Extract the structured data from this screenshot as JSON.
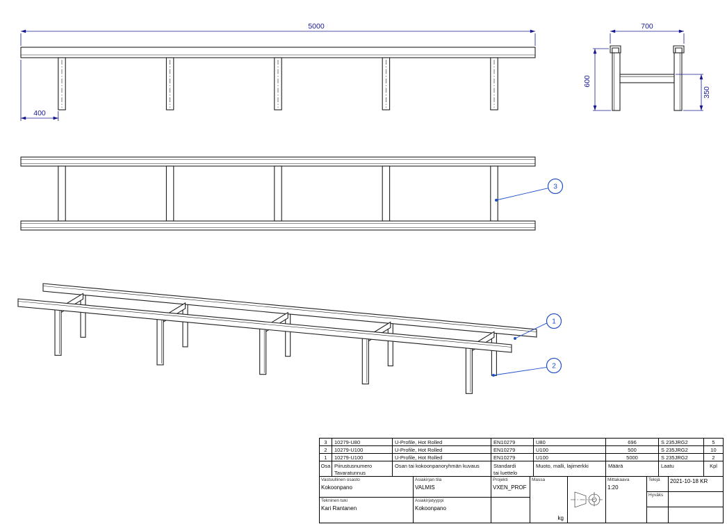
{
  "colors": {
    "geometry": "#1e1e1e",
    "dimension": "#16168f",
    "balloon": "#2050c8",
    "table_line": "#000000",
    "paper": "#ffffff"
  },
  "views": {
    "front": {
      "dim_length": "5000",
      "dim_offset": "400"
    },
    "section": {
      "dim_width": "700",
      "dim_height": "600",
      "dim_mid": "350"
    },
    "plan": {
      "balloon_crossmember": "3"
    },
    "iso": {
      "balloon_rail": "1",
      "balloon_leg": "2"
    }
  },
  "bom": {
    "headers": {
      "pos": "Osa",
      "number": "Piirustusnumero\nTavaratunnus",
      "description": "Osan tai kokoonpanoryhmän kuvaus",
      "standard": "Standardi\ntai luettelo",
      "shape": "Muoto, malli, lajimerkki",
      "quantity": "Määrä",
      "grade": "Laatu",
      "pieces": "Kpl"
    },
    "rows": [
      {
        "pos": "3",
        "number": "10279-U80",
        "description": "U-Profile, Hot Rolled",
        "standard": "EN10279",
        "shape": "U80",
        "quantity": "696",
        "grade": "S 235JRG2",
        "pieces": "5"
      },
      {
        "pos": "2",
        "number": "10279-U100",
        "description": "U-Profile, Hot Rolled",
        "standard": "EN10279",
        "shape": "U100",
        "quantity": "500",
        "grade": "S 235JRG2",
        "pieces": "10"
      },
      {
        "pos": "1",
        "number": "10279-U100",
        "description": "U-Profile, Hot Rolled",
        "standard": "EN10279",
        "shape": "U100",
        "quantity": "5000",
        "grade": "S 235JRG2",
        "pieces": "2"
      }
    ]
  },
  "title_block": {
    "responsible_dept": {
      "label": "Vastuullinen osasto",
      "value": "Kokoonpano"
    },
    "tech_support": {
      "label": "Tekninen tuki",
      "value": "Kari Rantanen"
    },
    "doc_status": {
      "label": "Asiakirjan tila",
      "value": "VALMIS"
    },
    "doc_type": {
      "label": "Asiakirjatyyppi",
      "value": "Kokoonpano"
    },
    "project": {
      "label": "Projekti",
      "value": "VXEN_PROF"
    },
    "mass": {
      "label": "Massa",
      "unit": "kg"
    },
    "scale": {
      "label": "Mittakaava",
      "value": "1:20"
    },
    "author": {
      "label": "Tekijä",
      "value": "2021-10-18 KR"
    },
    "approved": {
      "label": "Hyväks"
    }
  }
}
